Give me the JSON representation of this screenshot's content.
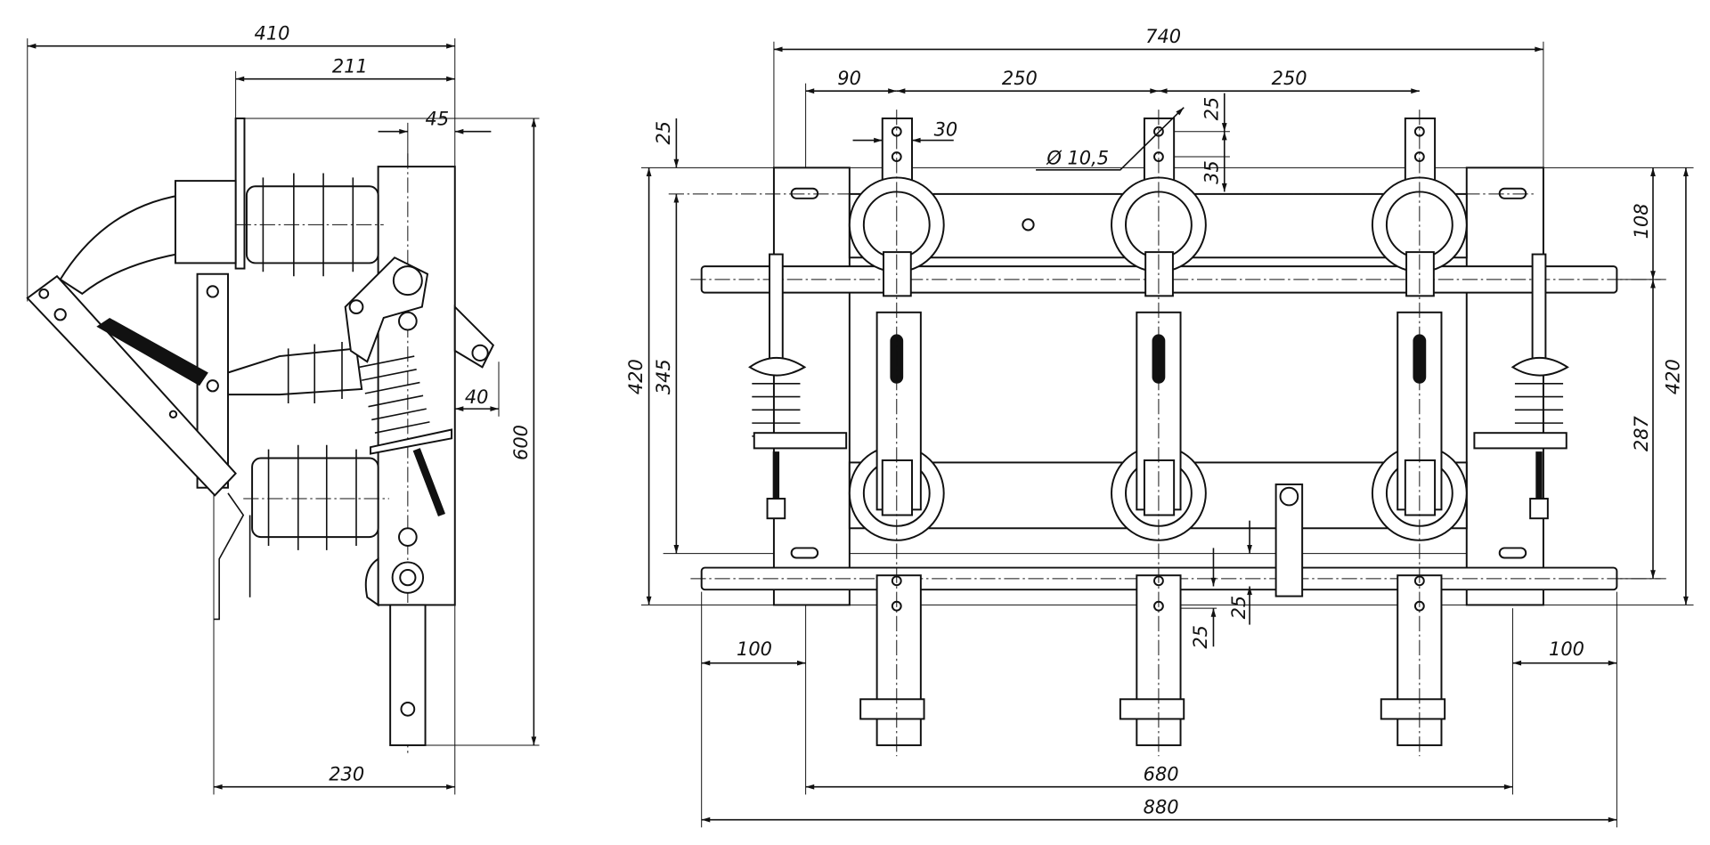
{
  "drawing": {
    "colors": {
      "ink": "#111111",
      "paper": "#ffffff"
    },
    "side_view": {
      "dimensions": {
        "overall_width": "410",
        "insulator_span": "211",
        "offset_top": "45",
        "offset_side": "40",
        "height": "600",
        "base_width": "230"
      }
    },
    "front_view": {
      "dimensions": {
        "frame_width": "740",
        "edge_to_pole": "90",
        "pole_pitch_1": "250",
        "pole_pitch_2": "250",
        "tab_width": "30",
        "hole_diameter": "Ø 10,5",
        "hole_top_offset": "25",
        "hole_spacing": "35",
        "top_offset_left": "25",
        "frame_height_left": "420",
        "rod_spacing": "345",
        "top_to_shaft": "108",
        "frame_height_right": "420",
        "shaft_spacing": "287",
        "bottom_offset_1": "25",
        "bottom_offset_2": "25",
        "shaft_overhang_left": "100",
        "shaft_overhang_right": "100",
        "mount_spacing": "680",
        "shaft_length": "880"
      }
    }
  }
}
